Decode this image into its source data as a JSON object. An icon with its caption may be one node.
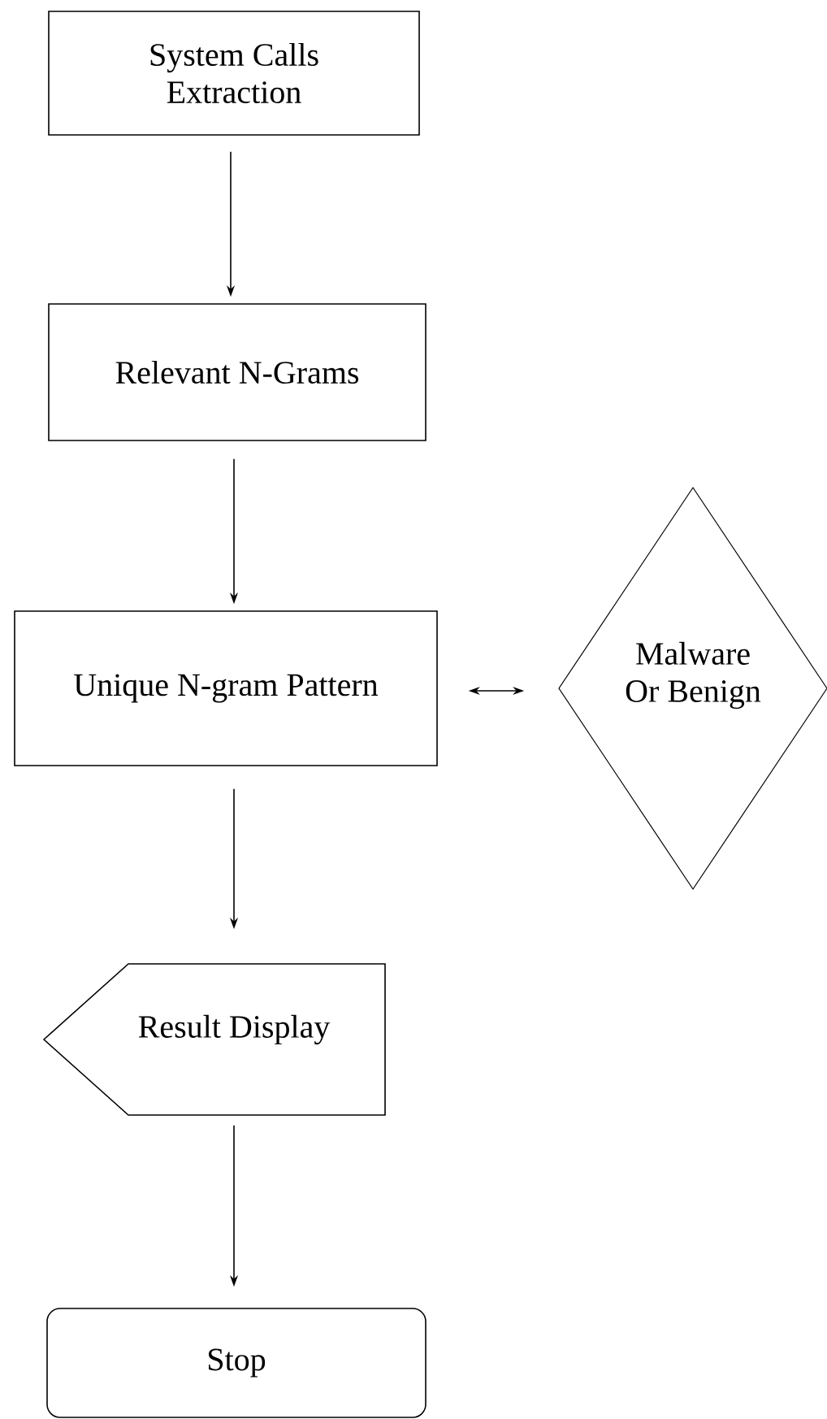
{
  "diagram": {
    "nodes": [
      {
        "text": [
          "System Calls Extraction"
        ]
      },
      {
        "text": [
          "Relevant N-Grams"
        ]
      },
      {
        "text": [
          "Unique N-gram Pattern"
        ]
      },
      {
        "text": [
          "Malware Or Benign"
        ]
      },
      {
        "text": [
          "Result Display"
        ]
      },
      {
        "text": [
          "Stop"
        ]
      }
    ],
    "edges": [
      {
        "from": 0,
        "to": 1,
        "arrow": "to"
      },
      {
        "from": 1,
        "to": 2,
        "arrow": "to"
      },
      {
        "from": 2,
        "to": 3,
        "arrow": "both"
      },
      {
        "from": 2,
        "to": 4,
        "arrow": "to"
      },
      {
        "from": 4,
        "to": 5,
        "arrow": "to"
      }
    ]
  }
}
